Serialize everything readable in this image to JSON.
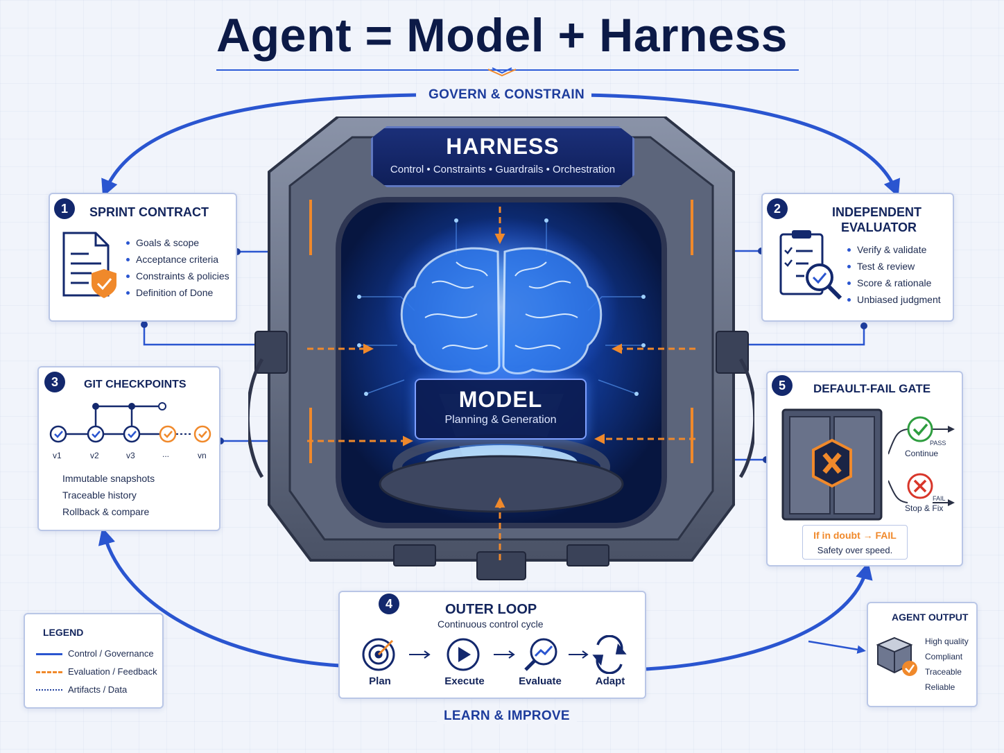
{
  "title": "Agent = Model + Harness",
  "loops": {
    "top": "GOVERN & CONSTRAIN",
    "bottom": "LEARN & IMPROVE"
  },
  "harness": {
    "title": "HARNESS",
    "subtitle": "Control • Constraints • Guardrails • Orchestration"
  },
  "model": {
    "title": "MODEL",
    "subtitle": "Planning & Generation"
  },
  "sprint_contract": {
    "number": "1",
    "title": "SPRINT CONTRACT",
    "items": [
      "Goals & scope",
      "Acceptance criteria",
      "Constraints & policies",
      "Definition of Done"
    ]
  },
  "evaluator": {
    "number": "2",
    "title_line1": "INDEPENDENT",
    "title_line2": "EVALUATOR",
    "items": [
      "Verify & validate",
      "Test & review",
      "Score & rationale",
      "Unbiased judgment"
    ]
  },
  "git": {
    "number": "3",
    "title": "GIT CHECKPOINTS",
    "versions": [
      "v1",
      "v2",
      "v3",
      "...",
      "vn"
    ],
    "items": [
      "Immutable snapshots",
      "Traceable history",
      "Rollback & compare"
    ]
  },
  "outer_loop": {
    "number": "4",
    "title": "OUTER LOOP",
    "subtitle": "Continuous control cycle",
    "steps": [
      "Plan",
      "Execute",
      "Evaluate",
      "Adapt"
    ]
  },
  "gate": {
    "number": "5",
    "title": "DEFAULT-FAIL GATE",
    "pass_tag": "PASS",
    "pass_label": "Continue",
    "fail_tag": "FAIL",
    "fail_label": "Stop & Fix",
    "rule": "If in doubt → FAIL",
    "note": "Safety over speed."
  },
  "output": {
    "title": "AGENT OUTPUT",
    "items": [
      "High quality",
      "Compliant",
      "Traceable",
      "Reliable"
    ]
  },
  "legend": {
    "title": "LEGEND",
    "items": [
      "Control / Governance",
      "Evaluation / Feedback",
      "Artifacts / Data"
    ]
  },
  "colors": {
    "navy": "#0f1f59",
    "blue": "#2a55d0",
    "orange": "#f0892b",
    "green": "#2e9d3f",
    "red": "#d8362a"
  }
}
